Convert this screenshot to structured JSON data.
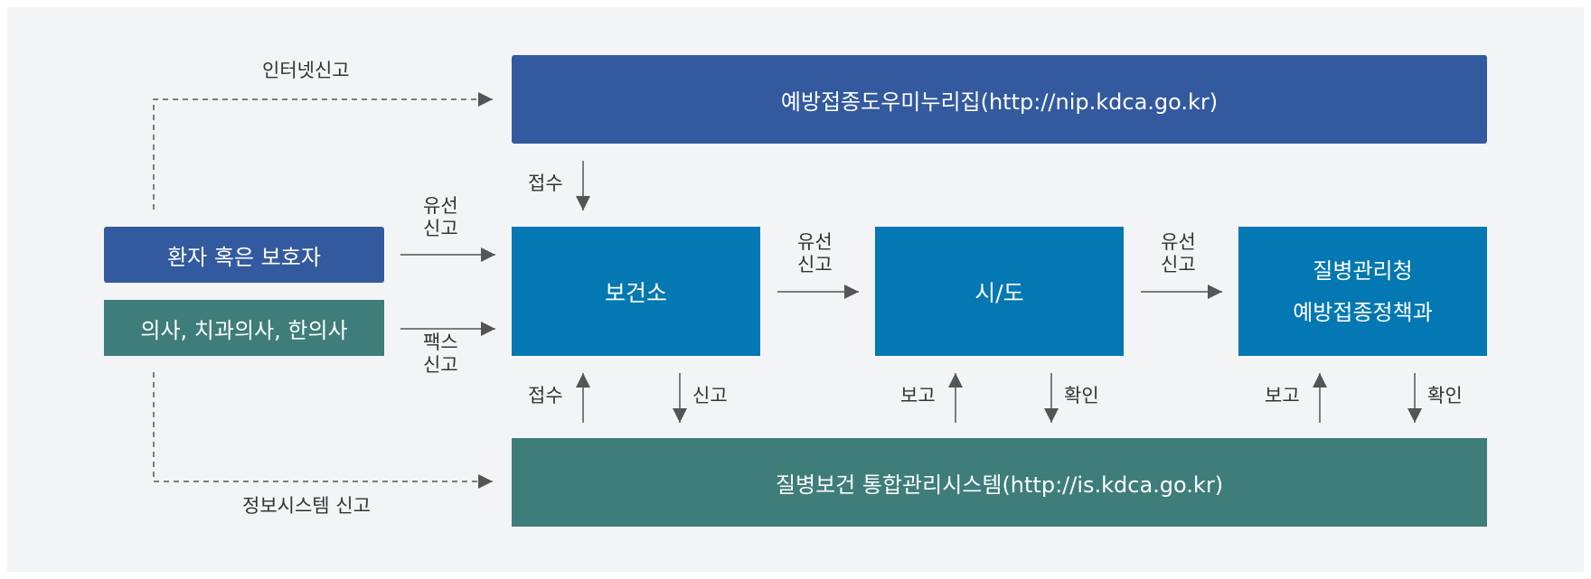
{
  "boxes": {
    "nip": "예방접종도우미누리집(http://nip.kdca.go.kr)",
    "patient": "환자 혹은 보호자",
    "doctor": "의사, 치과의사, 한의사",
    "health_center": "보건소",
    "city_province": "시/도",
    "kdca_line1": "질병관리청",
    "kdca_line2": "예방접종정책과",
    "is": "질병보건 통합관리시스템(http://is.kdca.go.kr)"
  },
  "labels": {
    "internet_report": "인터넷신고",
    "info_system_report": "정보시스템 신고",
    "wired_1": "유선",
    "report_1": "신고",
    "fax_1": "팩스",
    "report_fax": "신고",
    "receive_top": "접수",
    "wired_2": "유선",
    "report_2": "신고",
    "wired_3": "유선",
    "report_3": "신고",
    "receive_bottom": "접수",
    "report_down": "신고",
    "report_up_1": "보고",
    "confirm_1": "확인",
    "report_up_2": "보고",
    "confirm_2": "확인"
  },
  "colors": {
    "navy": "#33599f",
    "blue": "#0378b2",
    "teal": "#3e7d7a",
    "arrow": "#555555",
    "background": "#f3f4f6"
  }
}
